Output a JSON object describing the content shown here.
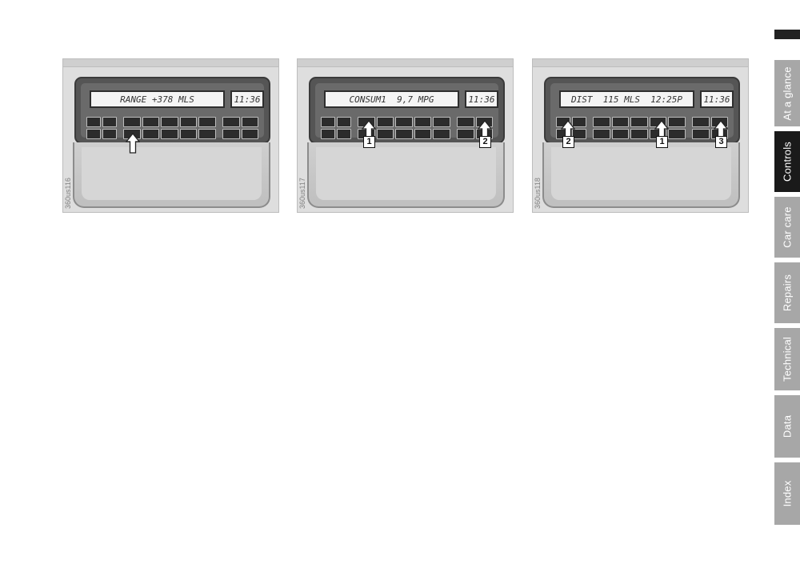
{
  "figures": [
    {
      "code": "360us116",
      "display_main": "RANGE +378 MLS",
      "display_clock": "11:36"
    },
    {
      "code": "360us117",
      "display_main": "CONSUM1  9,7 MPG",
      "display_clock": "11:36"
    },
    {
      "code": "360us118",
      "display_main": "DIST  115 MLS  12:25P",
      "display_clock": "11:36"
    }
  ],
  "callouts": {
    "fig2_left": "1",
    "fig2_right": "2",
    "fig3_left": "2",
    "fig3_mid": "1",
    "fig3_right": "3"
  },
  "nav_tabs": [
    {
      "label": "At a glance",
      "active": false
    },
    {
      "label": "Controls",
      "active": true
    },
    {
      "label": "Car care",
      "active": false
    },
    {
      "label": "Repairs",
      "active": false
    },
    {
      "label": "Technical",
      "active": false
    },
    {
      "label": "Data",
      "active": false
    },
    {
      "label": "Index",
      "active": false
    }
  ],
  "colors": {
    "tab_inactive": "#a7a7a7",
    "tab_active": "#1a1a1a"
  }
}
